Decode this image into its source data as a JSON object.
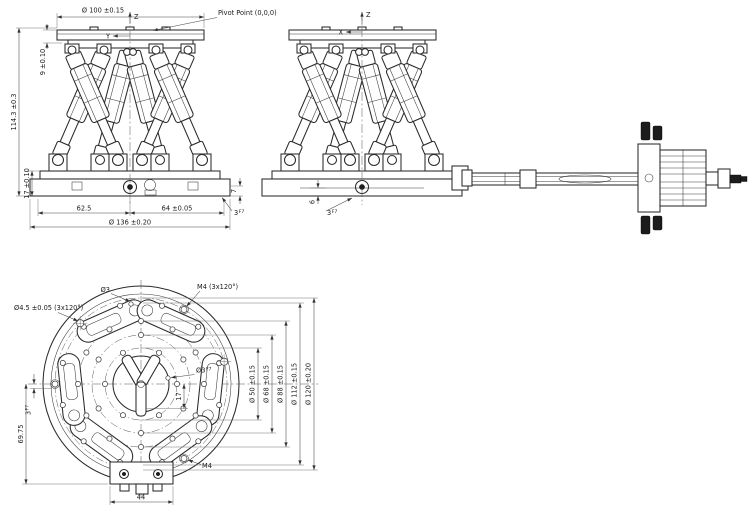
{
  "front_view": {
    "dim_top_diameter": "Ø 100 ±0.15",
    "pivot_point_label": "Pivot Point (0,0,0)",
    "axis_z": "Z",
    "axis_y": "Y",
    "dim_platform_offset": "9 ±0.10",
    "dim_overall_height": "114.3 ±0.3",
    "dim_base_height": "17 ±0.10",
    "dim_left_span": "62.5",
    "dim_right_span": "64 ±0.05",
    "dim_base_diameter": "Ø 136 ±0.20",
    "dim_step": "7",
    "dim_hole": "3",
    "dim_hole_fit": "F7"
  },
  "side_view": {
    "axis_z": "Z",
    "axis_x": "X",
    "dim_recess": "6",
    "dim_hole": "3",
    "dim_hole_fit": "F7"
  },
  "plan_view": {
    "dim_m4_pattern": "M4 (3x120°)",
    "dim_small_hole": "Ø3",
    "dim_dowel_pattern": "Ø4.5 ±0.05 (3x120°)",
    "dim_bc_50": "Ø 50 ±0.15",
    "dim_bc_68": "Ø 68 ±0.15",
    "dim_bc_88": "Ø 88 ±0.15",
    "dim_bc_112": "Ø 112 ±0.15",
    "dim_bc_120": "Ø 120 ±0.20",
    "dim_center_hole": "Ø3",
    "dim_center_hole_fit": "F7",
    "dim_offset_17": "17",
    "dim_pin": "3",
    "dim_pin_fit": "F7",
    "dim_height_6975": "69.75",
    "dim_boss_width": "44",
    "dim_m4_single": "M4"
  }
}
